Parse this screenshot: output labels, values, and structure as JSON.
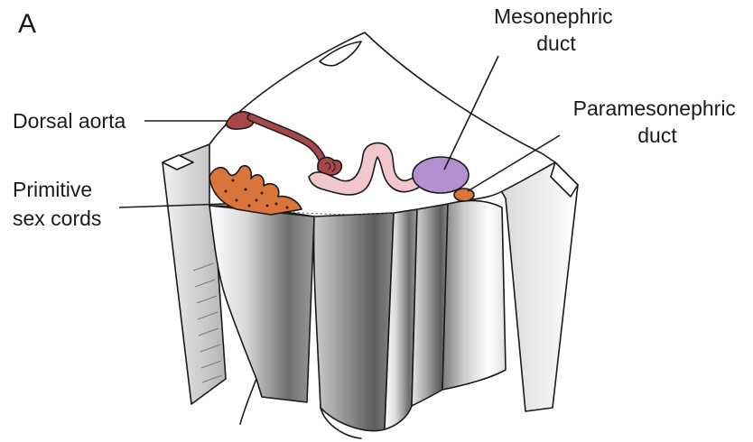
{
  "panel_label": "A",
  "labels": {
    "dorsal_aorta": "Dorsal aorta",
    "primitive_sex_cords": [
      "Primitive",
      "sex cords"
    ],
    "mesonephric_duct": [
      "Mesonephric",
      "duct"
    ],
    "paramesonephric_duct": [
      "Paramesonephric",
      "duct"
    ]
  },
  "colors": {
    "dorsal_aorta": "#a8474a",
    "primitive_sex_cords": "#d9743a",
    "mesonephric_tubule": "#f1c6cc",
    "mesonephric_duct": "#b38fd0",
    "paramesonephric_duct": "#d9743a",
    "body_shading": "#8c8c8c"
  }
}
